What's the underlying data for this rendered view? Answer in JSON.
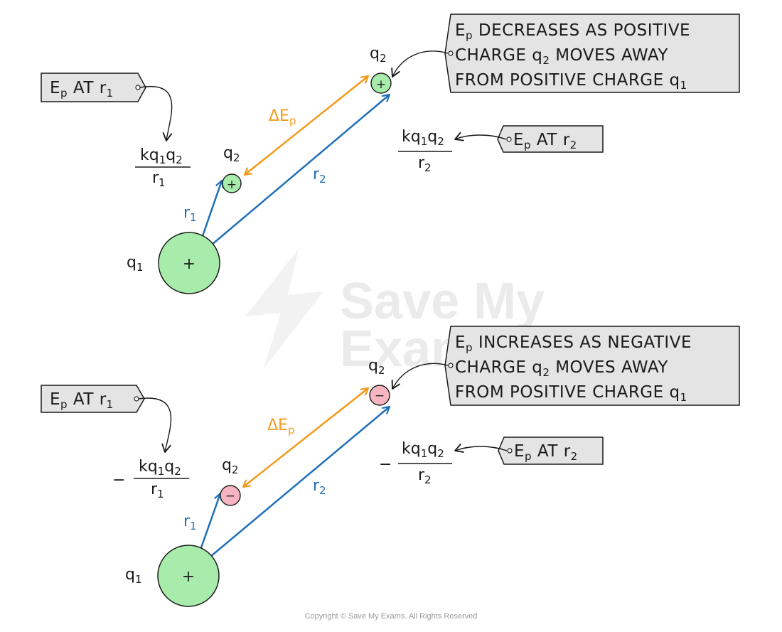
{
  "watermark": {
    "line1": "Save My",
    "line2": "Exams"
  },
  "copyright": "Copyright © Save My Exams. All Rights Reserved",
  "colors": {
    "positive_fill": "#a8ecac",
    "negative_fill": "#f6b5c0",
    "r_arrow": "#1f6fb8",
    "delta_arrow": "#f39a1c",
    "box_fill": "#e4e4e4"
  },
  "top": {
    "source_charge": {
      "sym": "q",
      "sub": "1",
      "sign": "+"
    },
    "near_charge": {
      "sym": "q",
      "sub": "2",
      "sign": "+"
    },
    "far_charge": {
      "sym": "q",
      "sub": "2",
      "sign": "+"
    },
    "r1_label": {
      "sym": "r",
      "sub": "1"
    },
    "r2_label": {
      "sym": "r",
      "sub": "2"
    },
    "delta_label": {
      "sym": "ΔE",
      "sub": "p"
    },
    "tag_r1": {
      "e": "E",
      "p": "p",
      "at": " AT r",
      "n": "1"
    },
    "tag_r2": {
      "e": "E",
      "p": "p",
      "at": " AT r",
      "n": "2"
    },
    "formula_r1": {
      "prefix": "",
      "num_k": "kq",
      "num_s1": "1",
      "num_q": "q",
      "num_s2": "2",
      "den_r": "r",
      "den_s": "1"
    },
    "formula_r2": {
      "prefix": "",
      "num_k": "kq",
      "num_s1": "1",
      "num_q": "q",
      "num_s2": "2",
      "den_r": "r",
      "den_s": "2"
    },
    "note": {
      "line1_e": "E",
      "line1_p": "p",
      "line1_rest": " DECREASES AS POSITIVE",
      "line2_a": "CHARGE ",
      "line2_q": "q",
      "line2_s": "2",
      "line2_rest": " MOVES AWAY",
      "line3_a": "FROM POSITIVE CHARGE ",
      "line3_q": "q",
      "line3_s": "1"
    }
  },
  "bottom": {
    "source_charge": {
      "sym": "q",
      "sub": "1",
      "sign": "+"
    },
    "near_charge": {
      "sym": "q",
      "sub": "2",
      "sign": "−"
    },
    "far_charge": {
      "sym": "q",
      "sub": "2",
      "sign": "−"
    },
    "r1_label": {
      "sym": "r",
      "sub": "1"
    },
    "r2_label": {
      "sym": "r",
      "sub": "2"
    },
    "delta_label": {
      "sym": "ΔE",
      "sub": "p"
    },
    "tag_r1": {
      "e": "E",
      "p": "p",
      "at": " AT r",
      "n": "1"
    },
    "tag_r2": {
      "e": "E",
      "p": "p",
      "at": " AT r",
      "n": "2"
    },
    "formula_r1": {
      "prefix": "−",
      "num_k": "kq",
      "num_s1": "1",
      "num_q": "q",
      "num_s2": "2",
      "den_r": "r",
      "den_s": "1"
    },
    "formula_r2": {
      "prefix": "−",
      "num_k": "kq",
      "num_s1": "1",
      "num_q": "q",
      "num_s2": "2",
      "den_r": "r",
      "den_s": "2"
    },
    "note": {
      "line1_e": "E",
      "line1_p": "p",
      "line1_rest": " INCREASES AS NEGATIVE",
      "line2_a": "CHARGE ",
      "line2_q": "q",
      "line2_s": "2",
      "line2_rest": " MOVES AWAY",
      "line3_a": "FROM POSITIVE CHARGE ",
      "line3_q": "q",
      "line3_s": "1"
    }
  }
}
